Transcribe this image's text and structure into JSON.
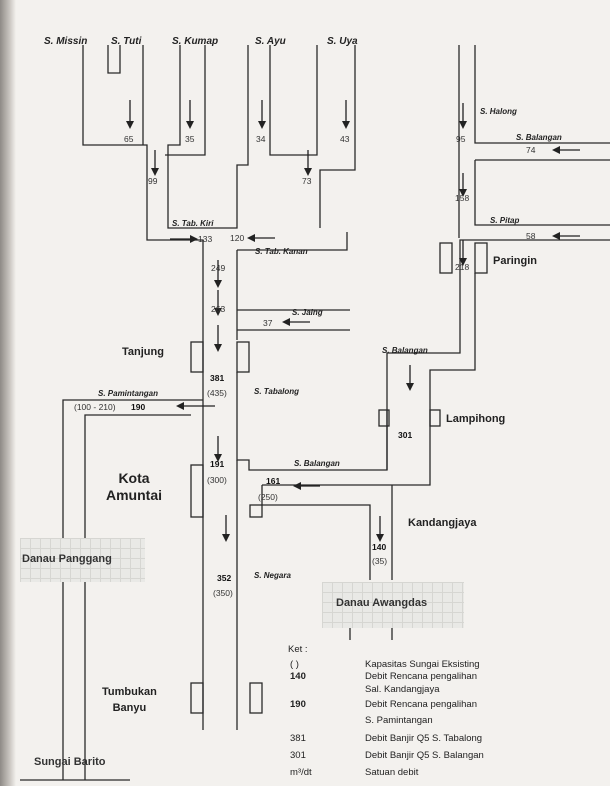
{
  "rivers": {
    "missin": "S. Missin",
    "tuti": "S. Tuti",
    "kumap": "S. Kumap",
    "ayu": "S. Ayu",
    "uya": "S. Uya",
    "halong": "S. Halong",
    "balangan_top": "S. Balangan",
    "tab_kiri": "S. Tab. Kiri",
    "pitap": "S. Pitap",
    "tab_kanan": "S. Tab. Kanan",
    "jaing": "S. Jaing",
    "balangan_mid": "S. Balangan",
    "pamintangan": "S. Pamintangan",
    "tabalong": "S. Tabalong",
    "balangan_low": "S. Balangan",
    "negara": "S. Negara"
  },
  "flows": {
    "f65": "65",
    "f35": "35",
    "f34": "34",
    "f43": "43",
    "f95": "95",
    "f74": "74",
    "f99": "99",
    "f73": "73",
    "f158": "158",
    "f133": "133",
    "f120": "120",
    "f58": "58",
    "f249": "249",
    "f218": "218",
    "f263": "263",
    "f37": "37",
    "f381": "381",
    "f435": "(435)",
    "f190_range": "(100 - 210)",
    "f190": "190",
    "f301": "301",
    "f191": "191",
    "f300": "(300)",
    "f161": "161",
    "f250": "(250)",
    "f140": "140",
    "f35b": "(35)",
    "f352": "352",
    "f350": "(350)"
  },
  "places": {
    "paringin": "Paringin",
    "tanjung": "Tanjung",
    "lampihong": "Lampihong",
    "kota_amuntai_1": "Kota",
    "kota_amuntai_2": "Amuntai",
    "kandangjaya": "Kandangjaya",
    "danau_panggang": "Danau Panggang",
    "danau_awangdas": "Danau Awangdas",
    "tumbukan_1": "Tumbukan",
    "tumbukan_2": "Banyu",
    "sungai_barito": "Sungai Barito"
  },
  "legend": {
    "title": "Ket :",
    "k1": "( )",
    "v1": "Kapasitas Sungai Eksisting",
    "k2": "140",
    "v2a": "Debit Rencana pengalihan",
    "v2b": "Sal. Kandangjaya",
    "k3": "190",
    "v3a": "Debit Rencana pengalihan",
    "v3b": "S. Pamintangan",
    "k4": "381",
    "v4": "Debit Banjir Q5 S. Tabalong",
    "k5": "301",
    "v5": "Debit Banjir Q5 S. Balangan",
    "k6": "m³/dt",
    "v6": "Satuan debit"
  },
  "colors": {
    "ink": "#2a2a2a",
    "paper": "#f3f1ee",
    "lake": "#e9e9e6"
  }
}
